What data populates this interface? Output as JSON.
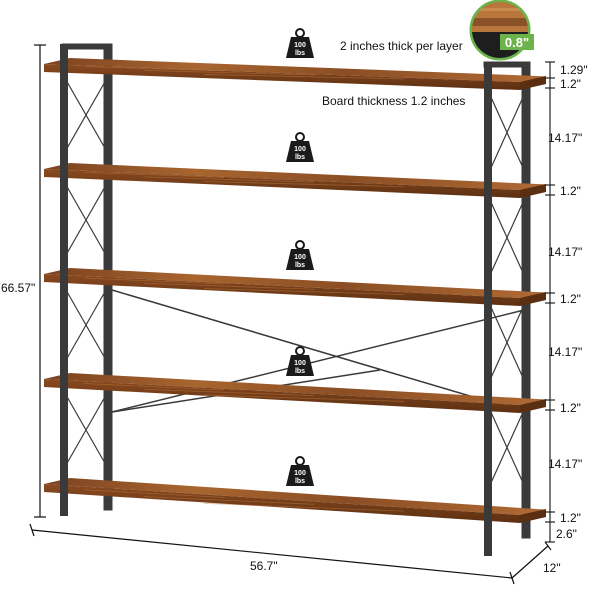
{
  "annotations": {
    "thickness_per_layer": "2 inches thick per layer",
    "board_thickness": "Board thickness 1.2 inches",
    "inset_thickness": "0.8\""
  },
  "dimensions": {
    "total_height": "66.57\"",
    "width": "56.7\"",
    "depth": "12\"",
    "bottom_clearance": "2.6\"",
    "top_gap": "1.29\"",
    "board": "1.2\"",
    "shelf_gap": "14.17\""
  },
  "shelves": [
    {
      "load_value": "100",
      "load_unit": "lbs"
    },
    {
      "load_value": "100",
      "load_unit": "lbs"
    },
    {
      "load_value": "100",
      "load_unit": "lbs"
    },
    {
      "load_value": "100",
      "load_unit": "lbs"
    },
    {
      "load_value": "100",
      "load_unit": "lbs"
    }
  ],
  "colors": {
    "wood": "#9a5a2a",
    "wood_dark": "#6e3c18",
    "frame": "#3a3a3a",
    "weight_icon": "#1a1a1a"
  }
}
